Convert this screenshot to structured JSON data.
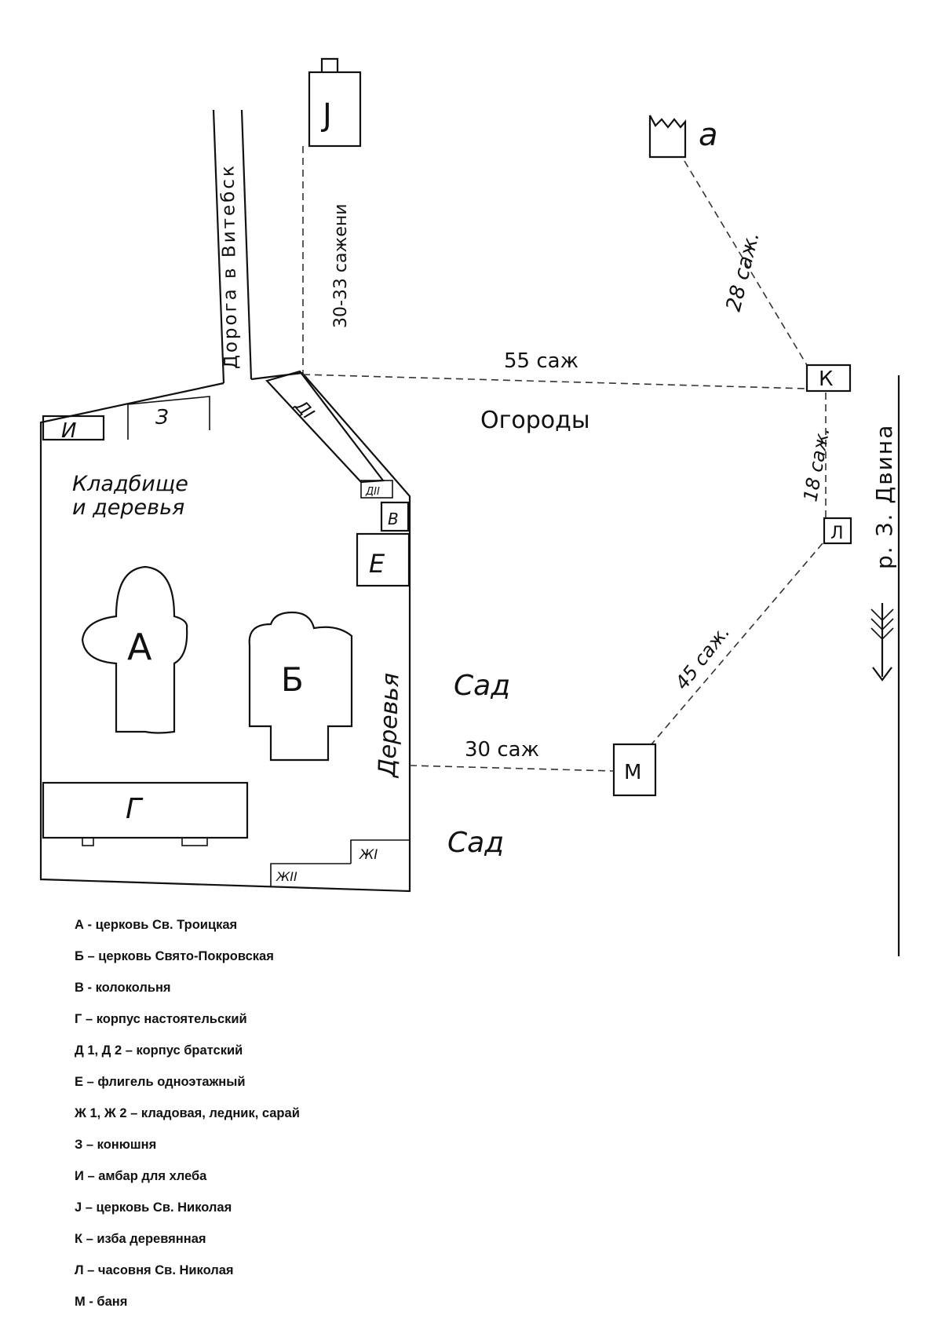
{
  "map": {
    "road_label": "Дорога в Витебск",
    "garden_label": "Огороды",
    "cemetery_label_1": "Кладбище",
    "cemetery_label_2": "и деревья",
    "trees_label": "Деревья",
    "orchard_label_1": "Сад",
    "orchard_label_2": "Сад",
    "river_label": "р. З. Двина",
    "buildings": {
      "A": "А",
      "B": "Б",
      "V": "В",
      "G": "Г",
      "D1": "ДI",
      "D2": "ДII",
      "E": "Е",
      "Zh1": "ЖI",
      "Zh2": "ЖII",
      "Z": "З",
      "I": "И",
      "J": "J",
      "K": "К",
      "L": "Л",
      "M": "М",
      "a": "а"
    },
    "distances": {
      "d_j": "30-33 сажени",
      "d_k_horizontal": "55 саж",
      "d_a_k": "28 саж.",
      "d_k_l": "18 саж.",
      "d_l_m": "45 саж.",
      "d_m": "30 саж"
    }
  },
  "legend": [
    "А  -  церковь Св. Троицкая",
    "Б – церковь Свято-Покровская",
    "В  - колокольня",
    "Г – корпус настоятельский",
    "Д 1, Д 2 – корпус братский",
    "Е – флигель одноэтажный",
    "Ж 1, Ж 2 – кладовая, ледник, сарай",
    "З – конюшня",
    "И – амбар для хлеба",
    " J – церковь Св. Николая",
    "К – изба деревянная",
    "Л – часовня Св. Николая",
    "М - баня"
  ]
}
